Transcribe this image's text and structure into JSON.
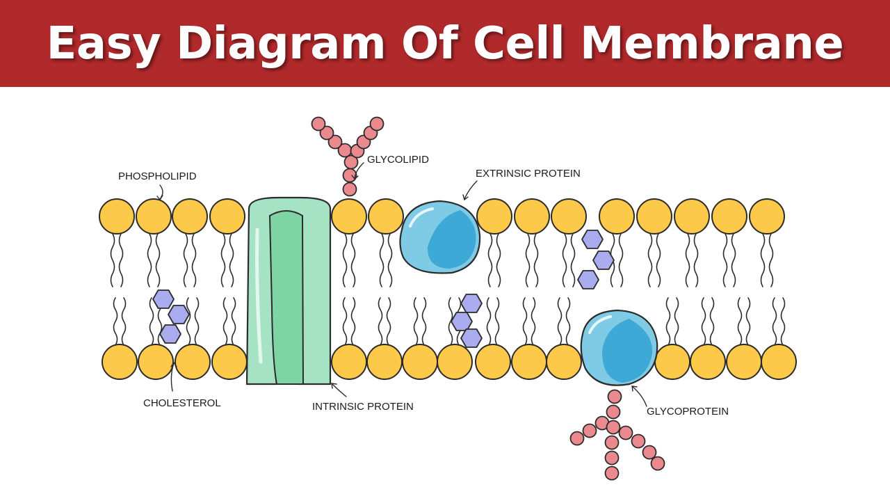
{
  "title": "Easy Diagram Of Cell Membrane",
  "colors": {
    "banner": "#b0292b",
    "phospholipid_head": "#fdc94a",
    "intrinsic_protein": "#a6e3c5",
    "intrinsic_channel": "#7fd4a3",
    "globular_protein": "#59b8dc",
    "cholesterol": "#a9adf0",
    "carbohydrate": "#ea8a8f"
  },
  "labels": {
    "phospholipid": "PHOSPHOLIPID",
    "glycolipid": "GLYCOLIPID",
    "extrinsic_protein": "EXTRINSIC PROTEIN",
    "cholesterol": "CHOLESTEROL",
    "intrinsic_protein": "INTRINSIC PROTEIN",
    "glycoprotein": "GLYCOPROTEIN"
  }
}
